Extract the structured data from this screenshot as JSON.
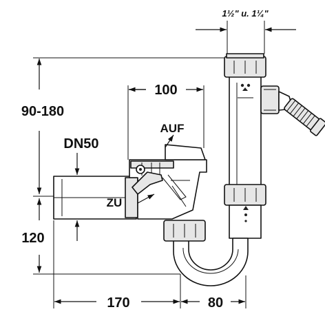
{
  "dimensions": {
    "inlet_size": "1½\" u. 1¼\"",
    "width_top": "100",
    "height_range": "90-180",
    "pipe_size": "DN50",
    "height_bottom": "120",
    "length_left": "170",
    "length_right": "80"
  },
  "labels": {
    "open": "AUF",
    "close": "ZU"
  }
}
